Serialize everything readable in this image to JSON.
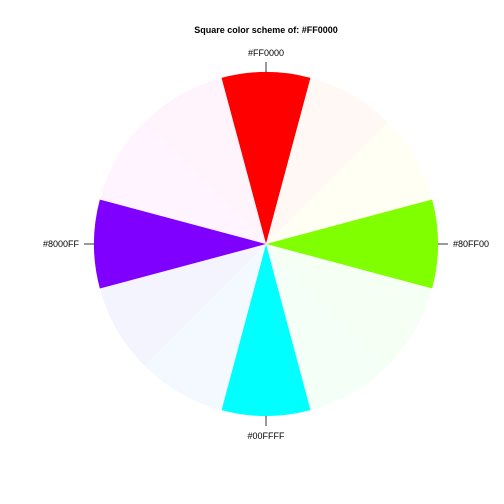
{
  "chart_data": {
    "type": "pie",
    "title": "Square color scheme of:  #FF0000",
    "slice_count": 12,
    "start_angle_deg": 90,
    "direction": "clockwise",
    "slices": [
      {
        "color": "#FF0000",
        "value": 1,
        "label": "#FF0000"
      },
      {
        "color": "#FFF8F5",
        "value": 1,
        "label": ""
      },
      {
        "color": "#FFFFF4",
        "value": 1,
        "label": ""
      },
      {
        "color": "#80FF00",
        "value": 1,
        "label": "#80FF00"
      },
      {
        "color": "#F6FFF4",
        "value": 1,
        "label": ""
      },
      {
        "color": "#F4FFF7",
        "value": 1,
        "label": ""
      },
      {
        "color": "#00FFFF",
        "value": 1,
        "label": "#00FFFF"
      },
      {
        "color": "#F4F9FF",
        "value": 1,
        "label": ""
      },
      {
        "color": "#F4F4FF",
        "value": 1,
        "label": ""
      },
      {
        "color": "#8000FF",
        "value": 1,
        "label": "#8000FF"
      },
      {
        "color": "#FFF4FF",
        "value": 1,
        "label": ""
      },
      {
        "color": "#FFF4FC",
        "value": 1,
        "label": ""
      }
    ]
  }
}
